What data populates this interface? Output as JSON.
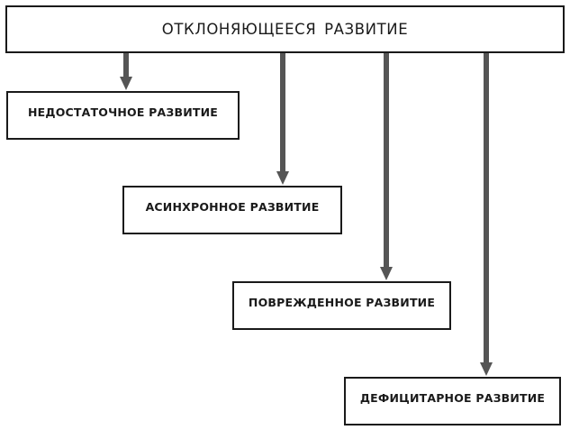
{
  "root": {
    "label": "ОТКЛОНЯЮЩЕЕСЯ  РАЗВИТИЕ"
  },
  "children": [
    {
      "label": "НЕДОСТАТОЧНОЕ РАЗВИТИЕ"
    },
    {
      "label": "АСИНХРОННОЕ РАЗВИТИЕ"
    },
    {
      "label": "ПОВРЕЖДЕННОЕ РАЗВИТИЕ"
    },
    {
      "label": "ДЕФИЦИТАРНОЕ РАЗВИТИЕ"
    }
  ],
  "colors": {
    "border": "#1a1a1a",
    "arrow": "#555555",
    "text": "#1a1a1a",
    "background": "#ffffff"
  }
}
